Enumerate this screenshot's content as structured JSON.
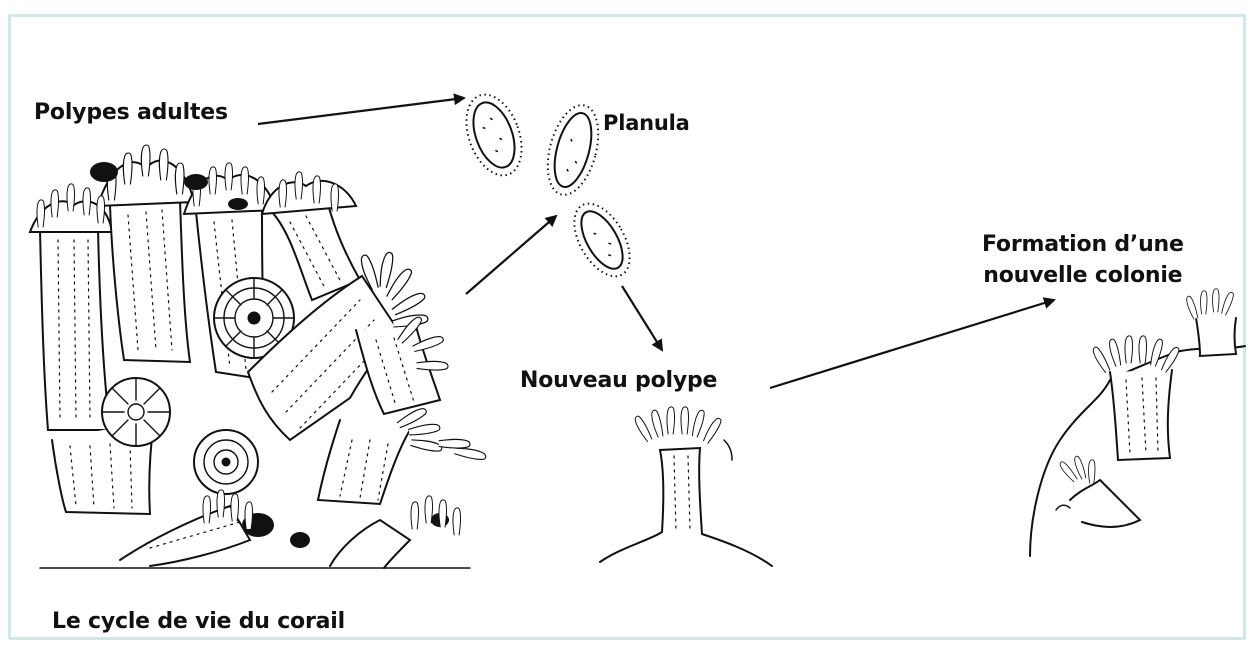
{
  "labels": {
    "adult_polyps": "Polypes adultes",
    "planula": "Planula",
    "new_polyp": "Nouveau polype",
    "new_colony_line1": "Formation d’une",
    "new_colony_line2": "nouvelle colonie"
  },
  "caption": "Le cycle de vie du corail",
  "colors": {
    "ink": "#111111",
    "frame": "#cfe9ea",
    "background": "#ffffff"
  }
}
